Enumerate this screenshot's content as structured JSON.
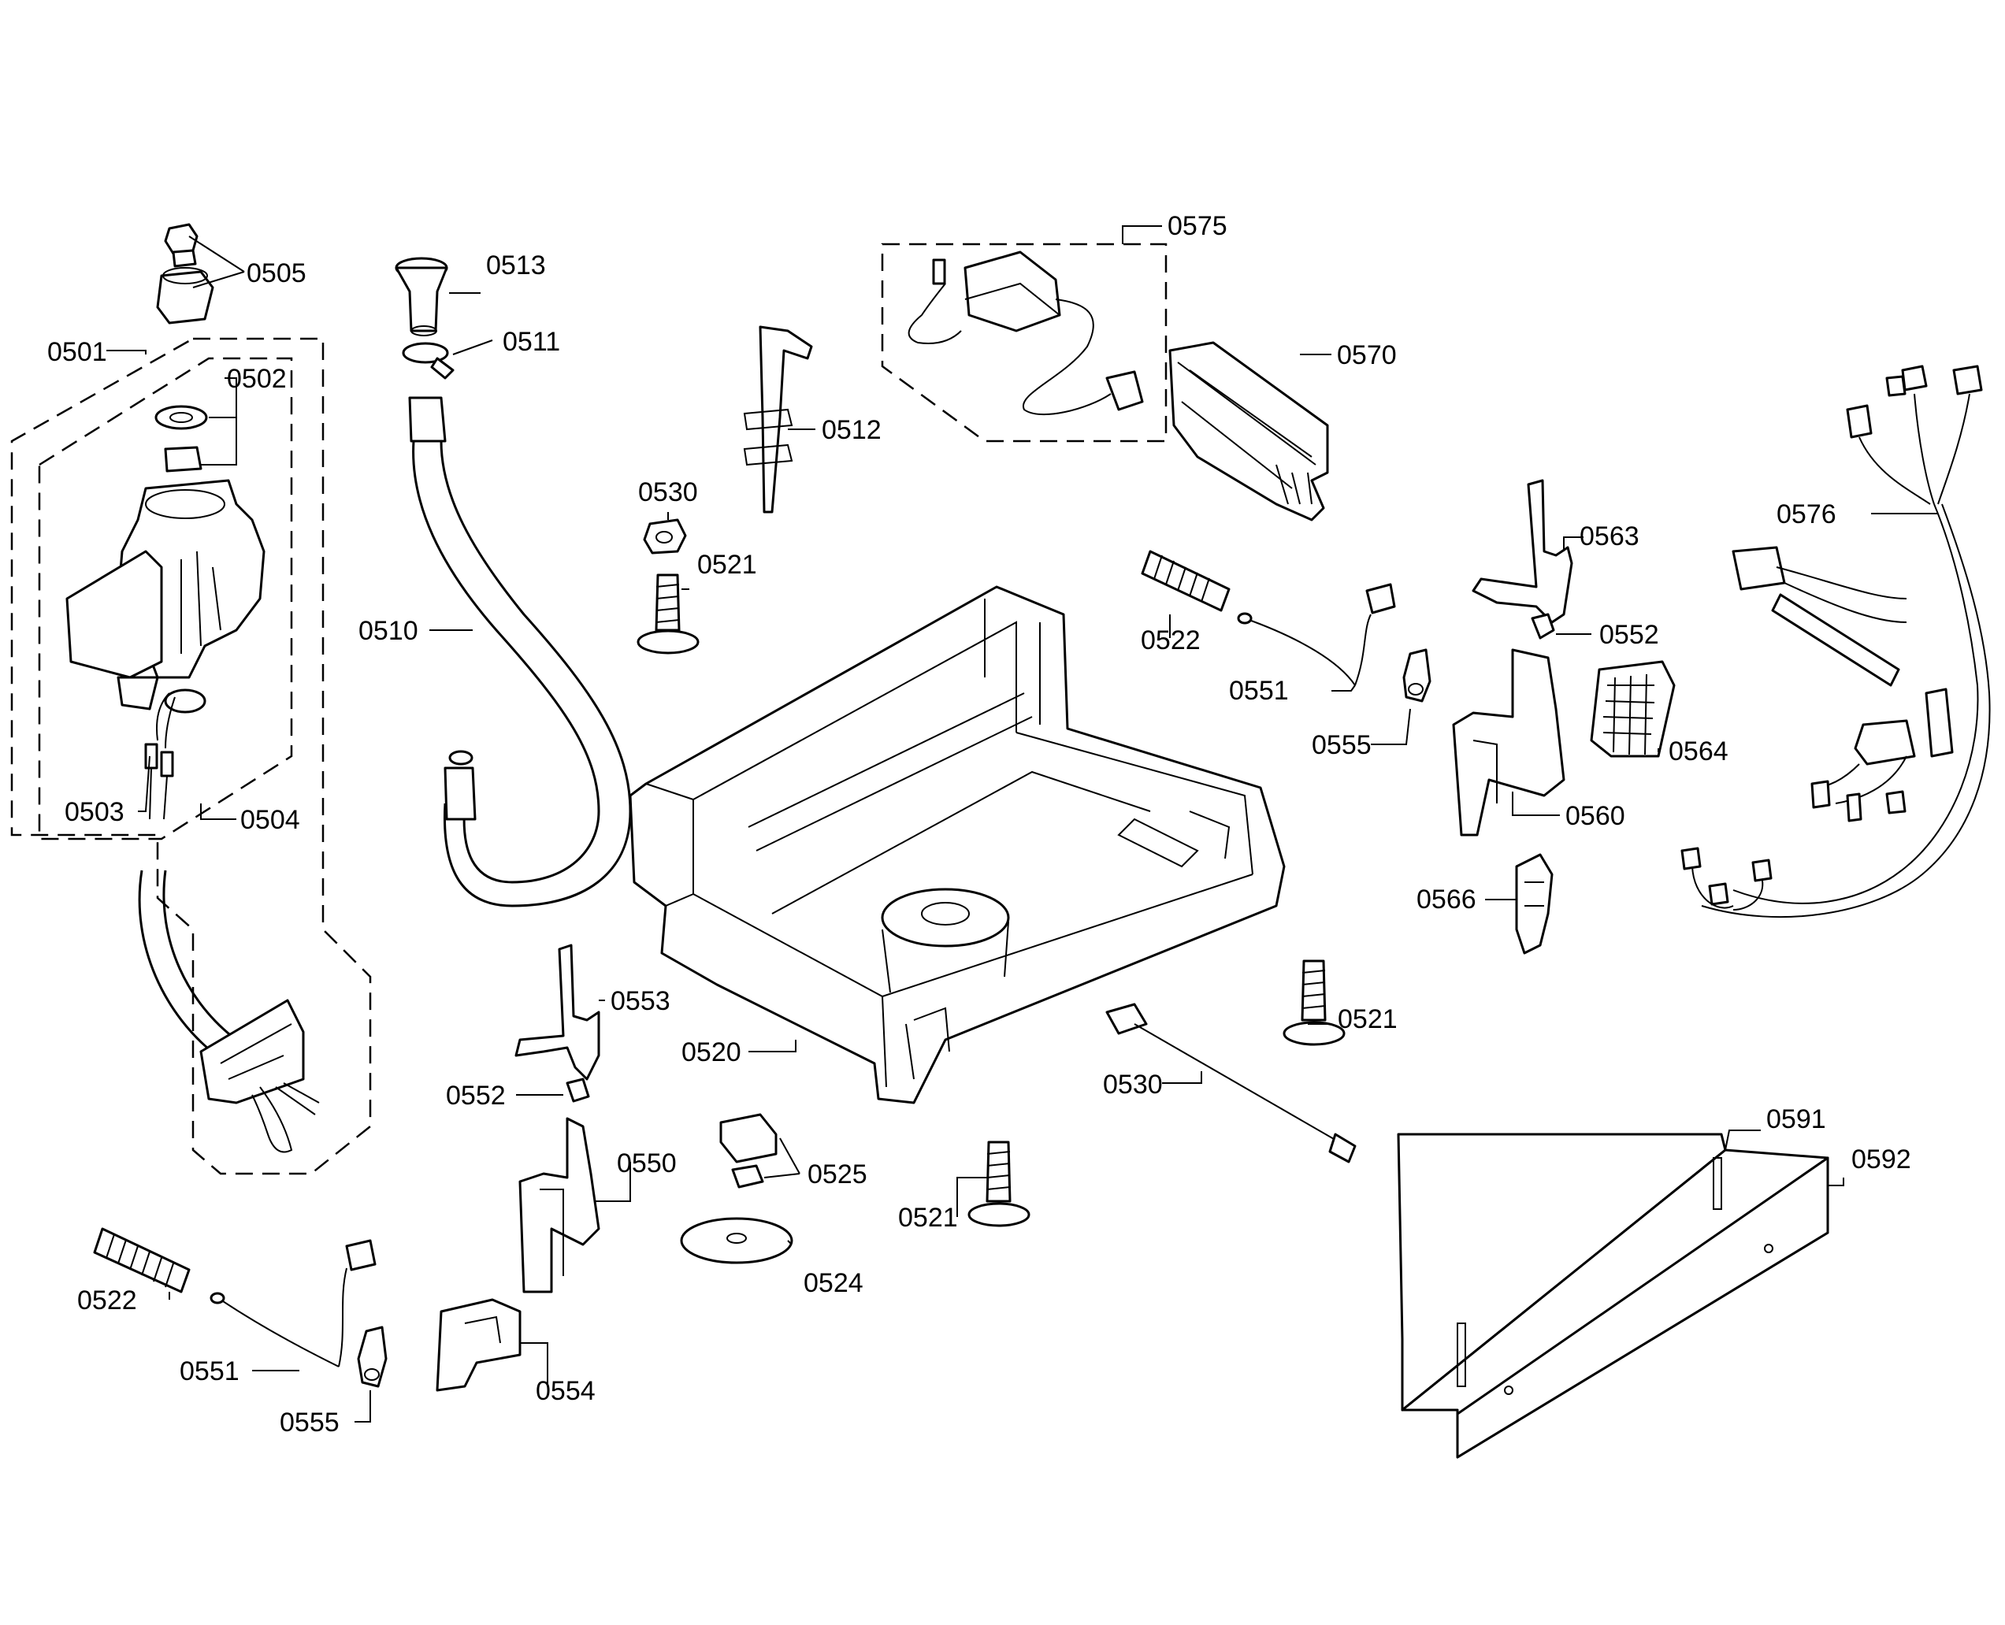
{
  "labels": [
    {
      "id": "0505",
      "text": "0505"
    },
    {
      "id": "0513",
      "text": "0513"
    },
    {
      "id": "0575",
      "text": "0575"
    },
    {
      "id": "0501",
      "text": "0501"
    },
    {
      "id": "0502",
      "text": "0502"
    },
    {
      "id": "0511",
      "text": "0511"
    },
    {
      "id": "0570",
      "text": "0570"
    },
    {
      "id": "0512",
      "text": "0512"
    },
    {
      "id": "0530a",
      "text": "0530"
    },
    {
      "id": "0576",
      "text": "0576"
    },
    {
      "id": "0521a",
      "text": "0521"
    },
    {
      "id": "0563",
      "text": "0563"
    },
    {
      "id": "0510",
      "text": "0510"
    },
    {
      "id": "0522a",
      "text": "0522"
    },
    {
      "id": "0552a",
      "text": "0552"
    },
    {
      "id": "0551a",
      "text": "0551"
    },
    {
      "id": "0555a",
      "text": "0555"
    },
    {
      "id": "0564",
      "text": "0564"
    },
    {
      "id": "0503",
      "text": "0503"
    },
    {
      "id": "0504",
      "text": "0504"
    },
    {
      "id": "0560",
      "text": "0560"
    },
    {
      "id": "0566",
      "text": "0566"
    },
    {
      "id": "0553",
      "text": "0553"
    },
    {
      "id": "0521b",
      "text": "0521"
    },
    {
      "id": "0520",
      "text": "0520"
    },
    {
      "id": "0552b",
      "text": "0552"
    },
    {
      "id": "0530b",
      "text": "0530"
    },
    {
      "id": "0591",
      "text": "0591"
    },
    {
      "id": "0550",
      "text": "0550"
    },
    {
      "id": "0525",
      "text": "0525"
    },
    {
      "id": "0592",
      "text": "0592"
    },
    {
      "id": "0521c",
      "text": "0521"
    },
    {
      "id": "0524",
      "text": "0524"
    },
    {
      "id": "0522b",
      "text": "0522"
    },
    {
      "id": "0551b",
      "text": "0551"
    },
    {
      "id": "0554",
      "text": "0554"
    },
    {
      "id": "0555b",
      "text": "0555"
    }
  ]
}
